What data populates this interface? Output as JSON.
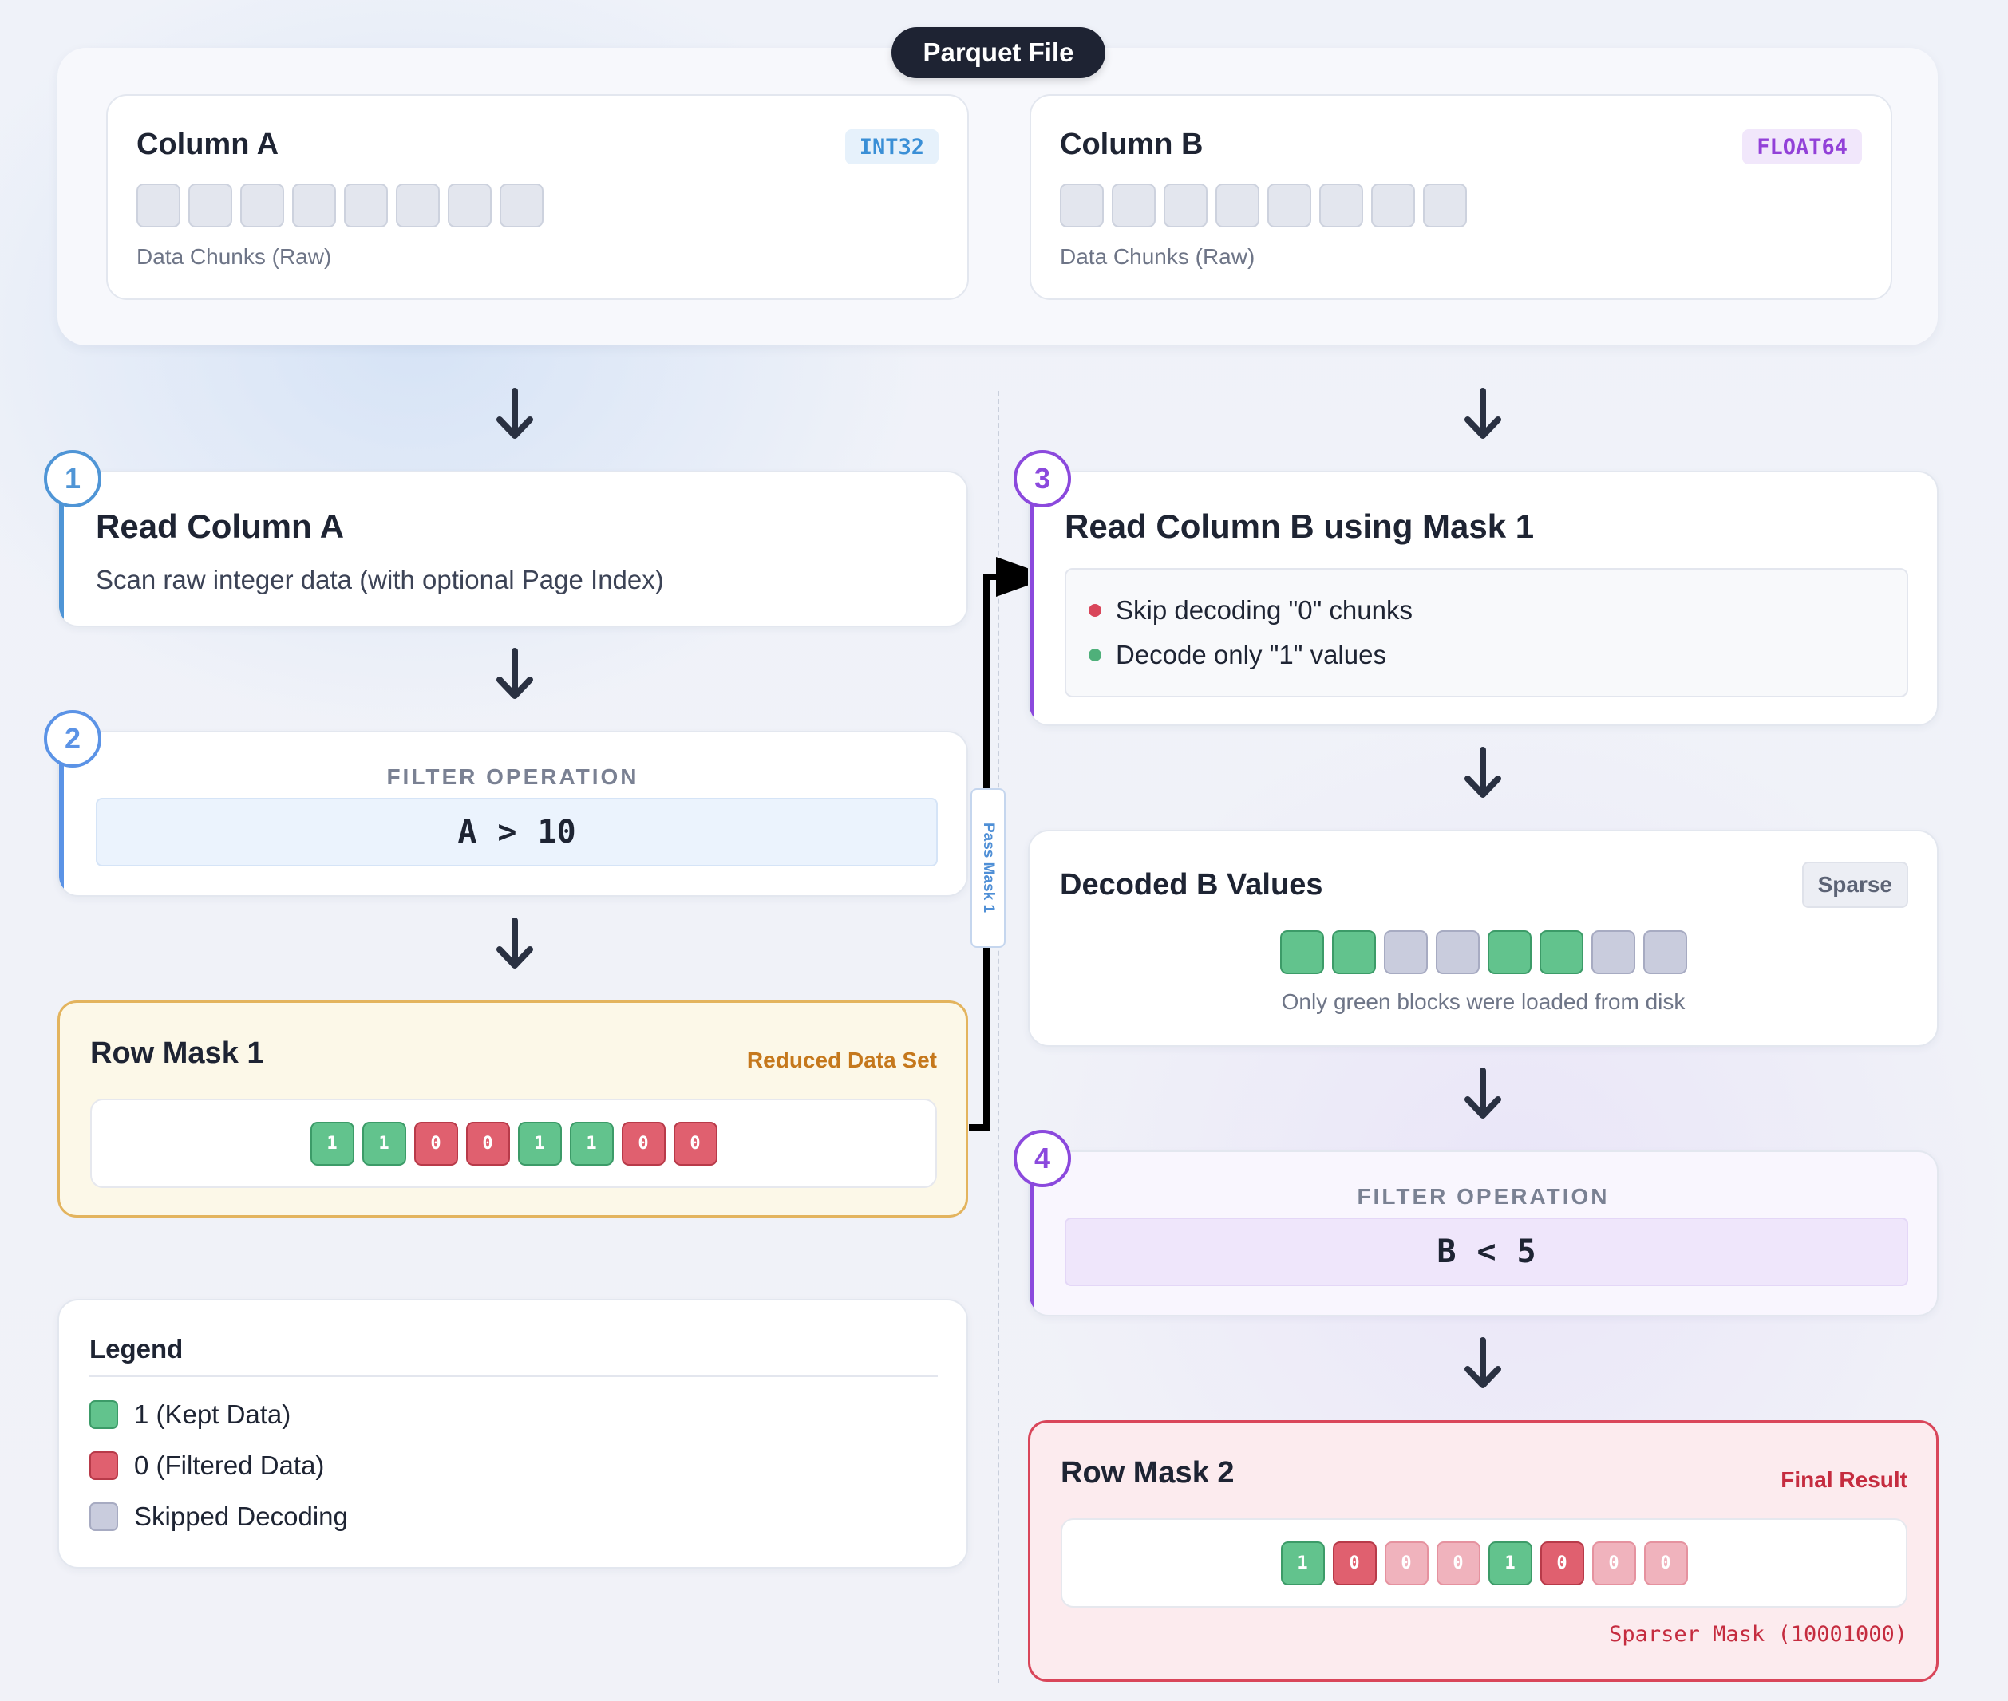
{
  "parquet": {
    "title": "Parquet File",
    "columns": [
      {
        "name": "Column A",
        "type": "INT32",
        "caption": "Data Chunks (Raw)",
        "type_color": "#3a8fd6",
        "type_bg": "#e6f1fb"
      },
      {
        "name": "Column B",
        "type": "FLOAT64",
        "caption": "Data Chunks (Raw)",
        "type_color": "#9241d8",
        "type_bg": "#f1e7fb"
      }
    ]
  },
  "steps": {
    "s1": {
      "num": "1",
      "title": "Read Column A",
      "desc": "Scan raw integer data (with optional Page Index)",
      "color": "#4f95d6"
    },
    "s2": {
      "num": "2",
      "label": "FILTER OPERATION",
      "expr": [
        "A",
        ">",
        "10"
      ],
      "color": "#5b93e6"
    },
    "s3": {
      "num": "3",
      "title": "Read Column B using Mask 1",
      "bullets": [
        "Skip decoding \"0\" chunks",
        "Decode only \"1\" values"
      ],
      "color": "#8b49dd"
    },
    "s4": {
      "num": "4",
      "label": "FILTER OPERATION",
      "expr": [
        "B",
        "<",
        "5"
      ],
      "color": "#8b49dd"
    }
  },
  "mask1": {
    "title": "Row Mask 1",
    "tag": "Reduced Data Set",
    "bits": [
      "1",
      "1",
      "0",
      "0",
      "1",
      "1",
      "0",
      "0"
    ]
  },
  "pass_label": "Pass Mask 1",
  "decoded": {
    "title": "Decoded B Values",
    "tag": "Sparse",
    "blocks": [
      "kept",
      "kept",
      "skipped",
      "skipped",
      "kept",
      "kept",
      "skipped",
      "skipped"
    ],
    "caption": "Only green blocks were loaded from disk"
  },
  "mask2": {
    "title": "Row Mask 2",
    "tag": "Final Result",
    "bits": [
      "1",
      "0",
      "0",
      "0",
      "1",
      "0",
      "0",
      "0"
    ],
    "bit_styles": [
      "kept",
      "filtered",
      "pale",
      "pale",
      "kept",
      "filtered",
      "pale",
      "pale"
    ],
    "footer": "Sparser Mask (10001000)"
  },
  "legend": {
    "title": "Legend",
    "items": [
      {
        "label": "1 (Kept Data)",
        "color": "#62c38d"
      },
      {
        "label": "0 (Filtered Data)",
        "color": "#e0606f"
      },
      {
        "label": "Skipped Decoding",
        "color": "#c9ccdd"
      }
    ]
  }
}
